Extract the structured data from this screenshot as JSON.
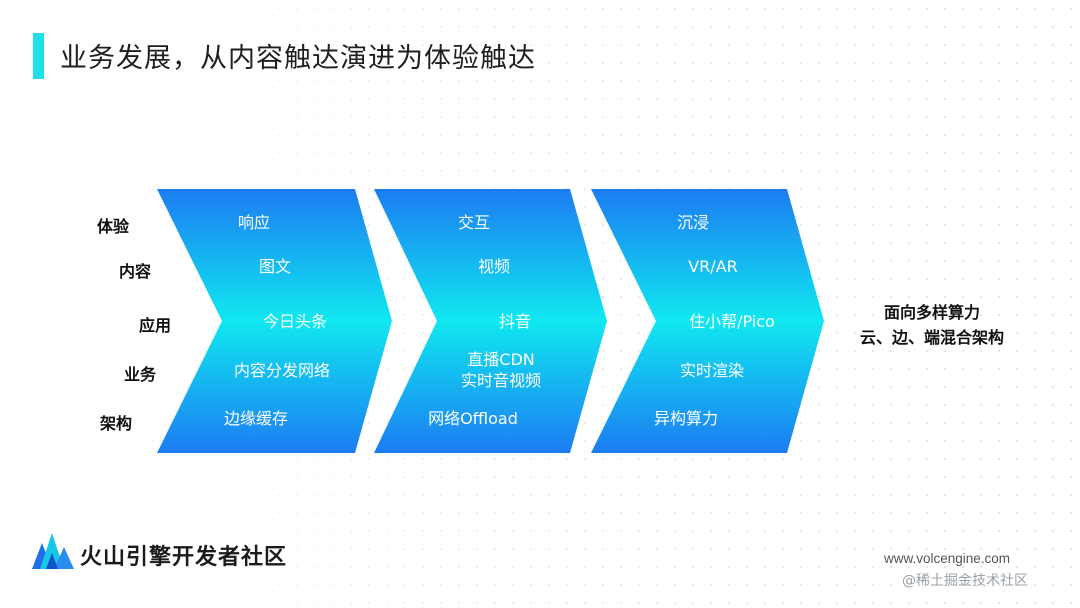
{
  "title": "业务发展，从内容触达演进为体验触达",
  "rows": [
    "体验",
    "内容",
    "应用",
    "业务",
    "架构"
  ],
  "stages": [
    {
      "items": [
        "响应",
        "图文",
        "今日头条",
        "内容分发网络",
        "边缘缓存"
      ]
    },
    {
      "items": [
        "交互",
        "视频",
        "抖音",
        "直播CDN",
        "实时音视频",
        "网络Offload"
      ]
    },
    {
      "items": [
        "沉浸",
        "VR/AR",
        "住小帮/Pico",
        "实时渲染",
        "异构算力"
      ]
    }
  ],
  "summary": {
    "line1": "面向多样算力",
    "line2": "云、边、端混合架构"
  },
  "brand": {
    "name": "火山引擎开发者社区",
    "url": "www.volcengine.com"
  },
  "watermark": "@稀土掘金技术社区",
  "colors": {
    "accent": "#1fe0e6",
    "arrow_top": "#1c7cf2",
    "arrow_mid": "#10e8f0"
  }
}
